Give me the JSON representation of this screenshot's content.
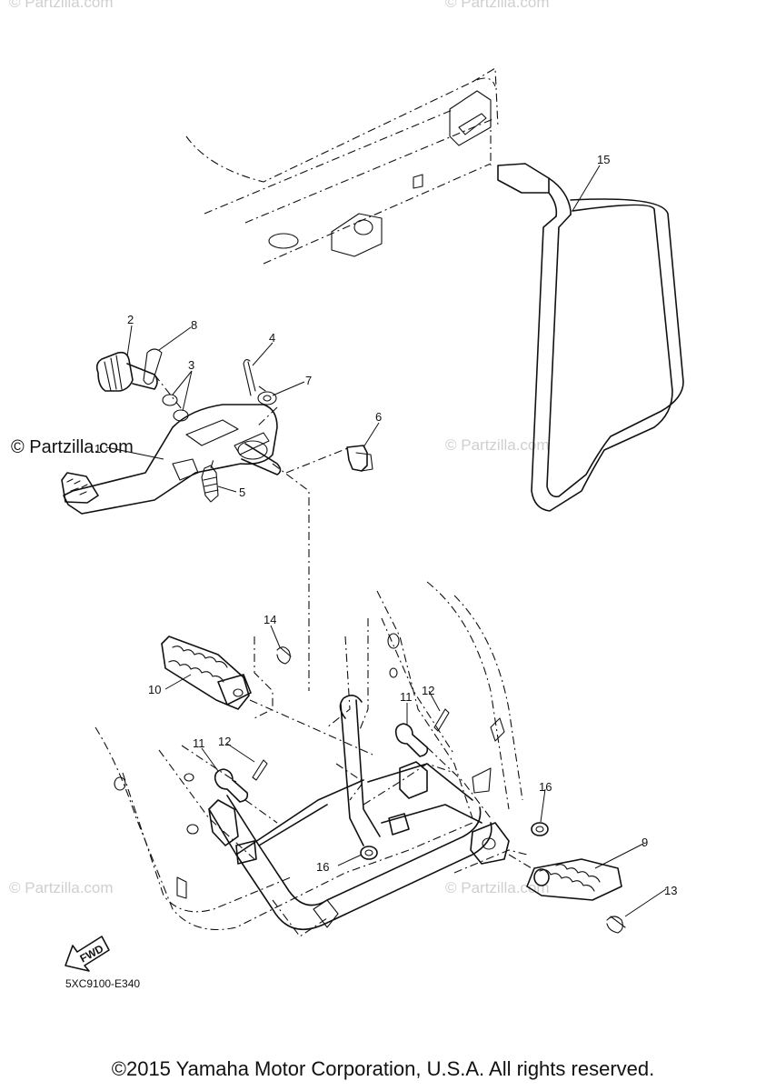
{
  "watermark": "© Partzilla.com",
  "brand_watermark": "© Partzilla.com",
  "diagram_code": "5XC9100-E340",
  "fwd_label": "FWD",
  "copyright": "©2015 Yamaha Motor Corporation, U.S.A. All rights reserved.",
  "callouts": {
    "p1": "1",
    "p2": "2",
    "p3": "3",
    "p4": "4",
    "p5": "5",
    "p6": "6",
    "p7": "7",
    "p8": "8",
    "p9": "9",
    "p10": "10",
    "p11a": "11",
    "p11b": "11",
    "p12a": "12",
    "p12b": "12",
    "p13": "13",
    "p14": "14",
    "p15": "15",
    "p16a": "16",
    "p16b": "16"
  }
}
